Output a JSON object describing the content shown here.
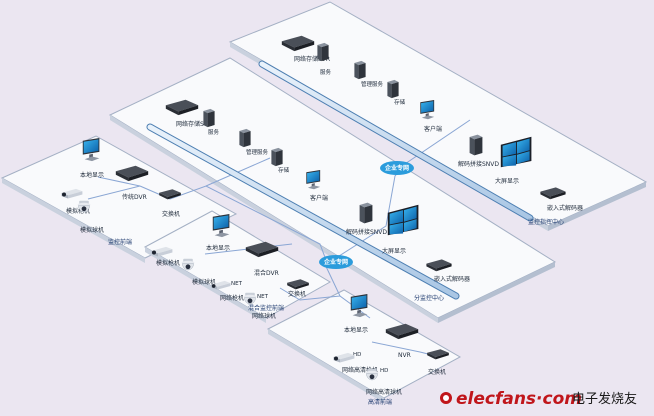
{
  "colors": {
    "background": "#ebe6f1",
    "platform": "#f9fafc",
    "platform_edge": "#a4b0c4",
    "backbone": "#cfe1f3",
    "backbone_edge": "#4d7fb2",
    "network_line": "#8aa6d4",
    "badge": "#2b9cdc",
    "brand_red": "#c0161b"
  },
  "badges": {
    "top": "企业专网",
    "mid": "企业专网"
  },
  "hq": {
    "storage": "网络存储SVR",
    "server_a": "服务",
    "server_b": "管理服务",
    "server_c": "存储",
    "client": "客户端",
    "decoder": "解码拼接SNVD",
    "wall": "大屏显示",
    "embed": "嵌入式解码器",
    "site": "监控指挥中心"
  },
  "mid": {
    "storage": "网络存储SVR",
    "server_a": "服务",
    "server_b": "管理服务",
    "server_c": "存储",
    "client": "客户端",
    "decoder": "解码拼接SNVD",
    "wall": "大屏显示",
    "embed": "嵌入式解码器",
    "site": "分监控中心"
  },
  "left": {
    "monitor": "本地显示",
    "dvr": "传统DVR",
    "switch": "交换机",
    "camera": "模拟枪机",
    "dome": "模拟球机",
    "site": "监控前端"
  },
  "center": {
    "monitor": "本地显示",
    "dvr": "混合DVR",
    "camera": "模拟枪机",
    "dome_analog": "模拟球机",
    "net_tag_1": "NET",
    "net_tag_2": "NET",
    "net_camera": "网络枪机",
    "net_dome": "网络球机",
    "switch": "交换机",
    "site": "混合监控前端"
  },
  "bottom": {
    "monitor": "本地显示",
    "nvr": "NVR",
    "hd_tag_1": "HD",
    "hd_tag_2": "HD",
    "net_camera": "网络高清枪机",
    "net_dome": "网络高清球机",
    "switch": "交换机",
    "site": "高清前端"
  },
  "watermark": {
    "brand": "elecfans·com",
    "brand_cn": "电子发烧友"
  }
}
